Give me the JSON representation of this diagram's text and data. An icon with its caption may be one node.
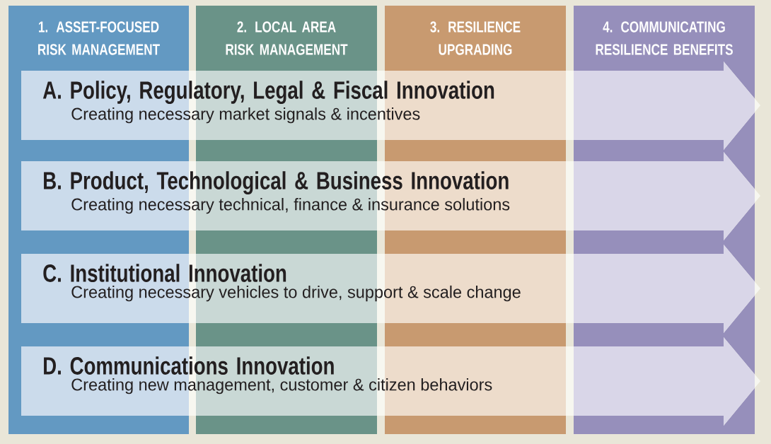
{
  "diagram": {
    "nodes": [
      {
        "text": [
          "1. ASSET-FOCUSED RISK MANAGEMENT"
        ]
      },
      {
        "text": [
          "2. LOCAL AREA RISK MANAGEMENT"
        ]
      },
      {
        "text": [
          "3. RESILIENCE UPGRADING"
        ]
      },
      {
        "text": [
          "4. COMMUNICATING RESILIENCE BENEFITS"
        ]
      },
      {
        "text": [
          "A. Policy, Regulatory, Legal & Fiscal Innovation",
          "Creating necessary market signals & incentives"
        ]
      },
      {
        "text": [
          "B. Product, Technological & Business Innovation",
          "Creating necessary technical, finance & insurance solutions"
        ]
      },
      {
        "text": [
          "C. Institutional Innovation",
          "Creating necessary vehicles to drive, support & scale change"
        ]
      },
      {
        "text": [
          "D. Communications Innovation",
          "Creating new management, customer & citizen behaviors"
        ]
      }
    ],
    "edges": []
  }
}
